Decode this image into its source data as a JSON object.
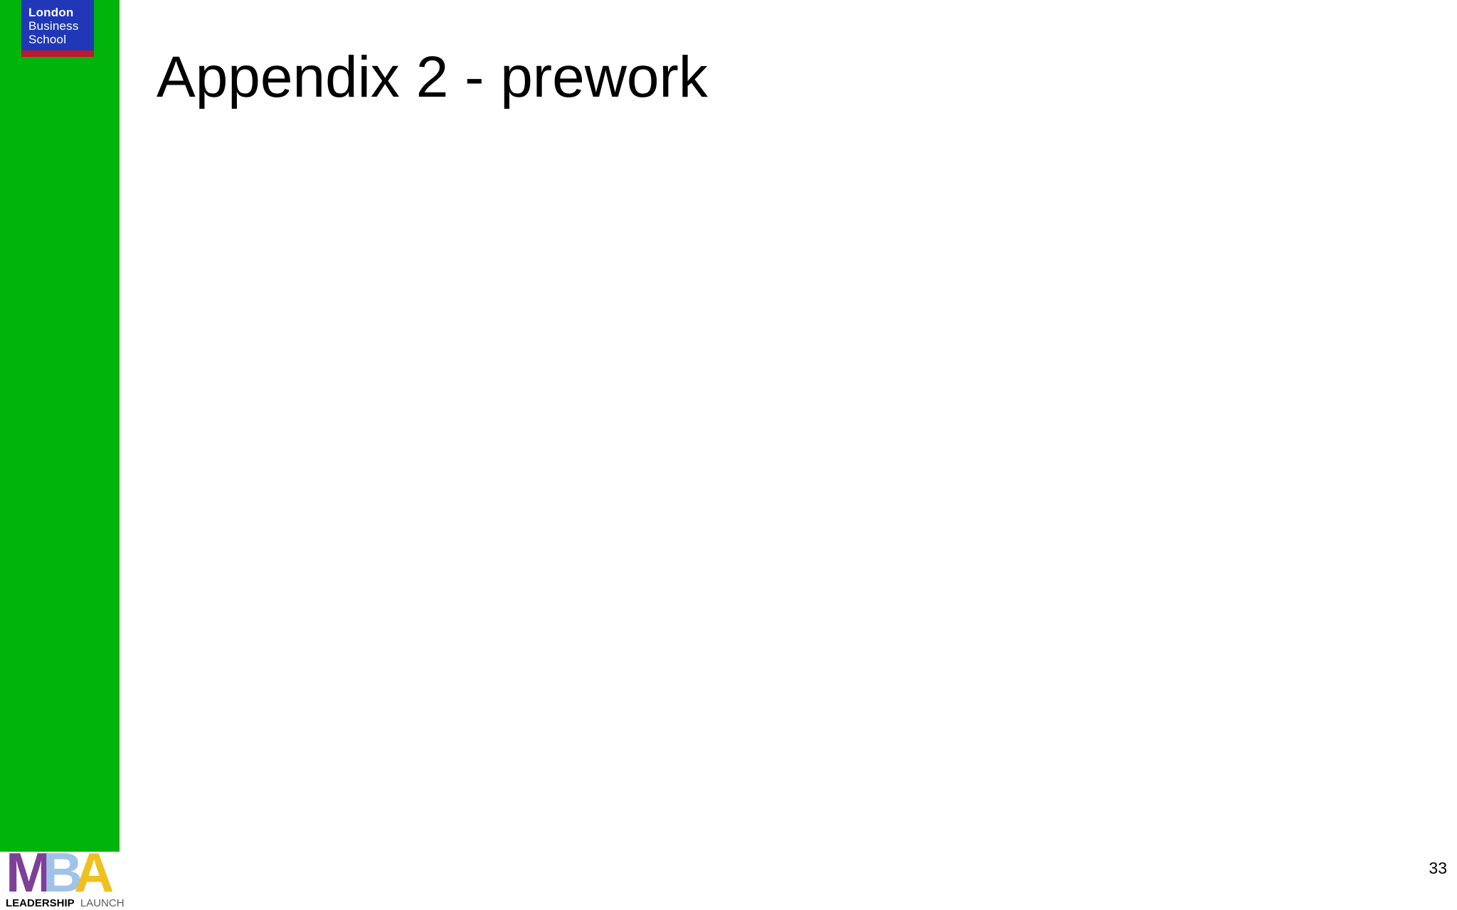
{
  "slide": {
    "title": "Appendix 2 - prework",
    "page_number": "33"
  },
  "lbs_logo": {
    "line1": "London",
    "line2": "Business",
    "line3": "School"
  },
  "mba_logo": {
    "letters": [
      "M",
      "B",
      "A"
    ],
    "tagline_bold": "LEADERSHIP",
    "tagline_light": "LAUNCH"
  },
  "colors": {
    "sidebar_green": "#00b40b",
    "lbs_blue": "#2038b8",
    "lbs_red": "#c0182c",
    "mba_m_purple": "#7d3f98",
    "mba_b_blue": "#9fc3e8",
    "mba_a_yellow": "#f0c020"
  }
}
